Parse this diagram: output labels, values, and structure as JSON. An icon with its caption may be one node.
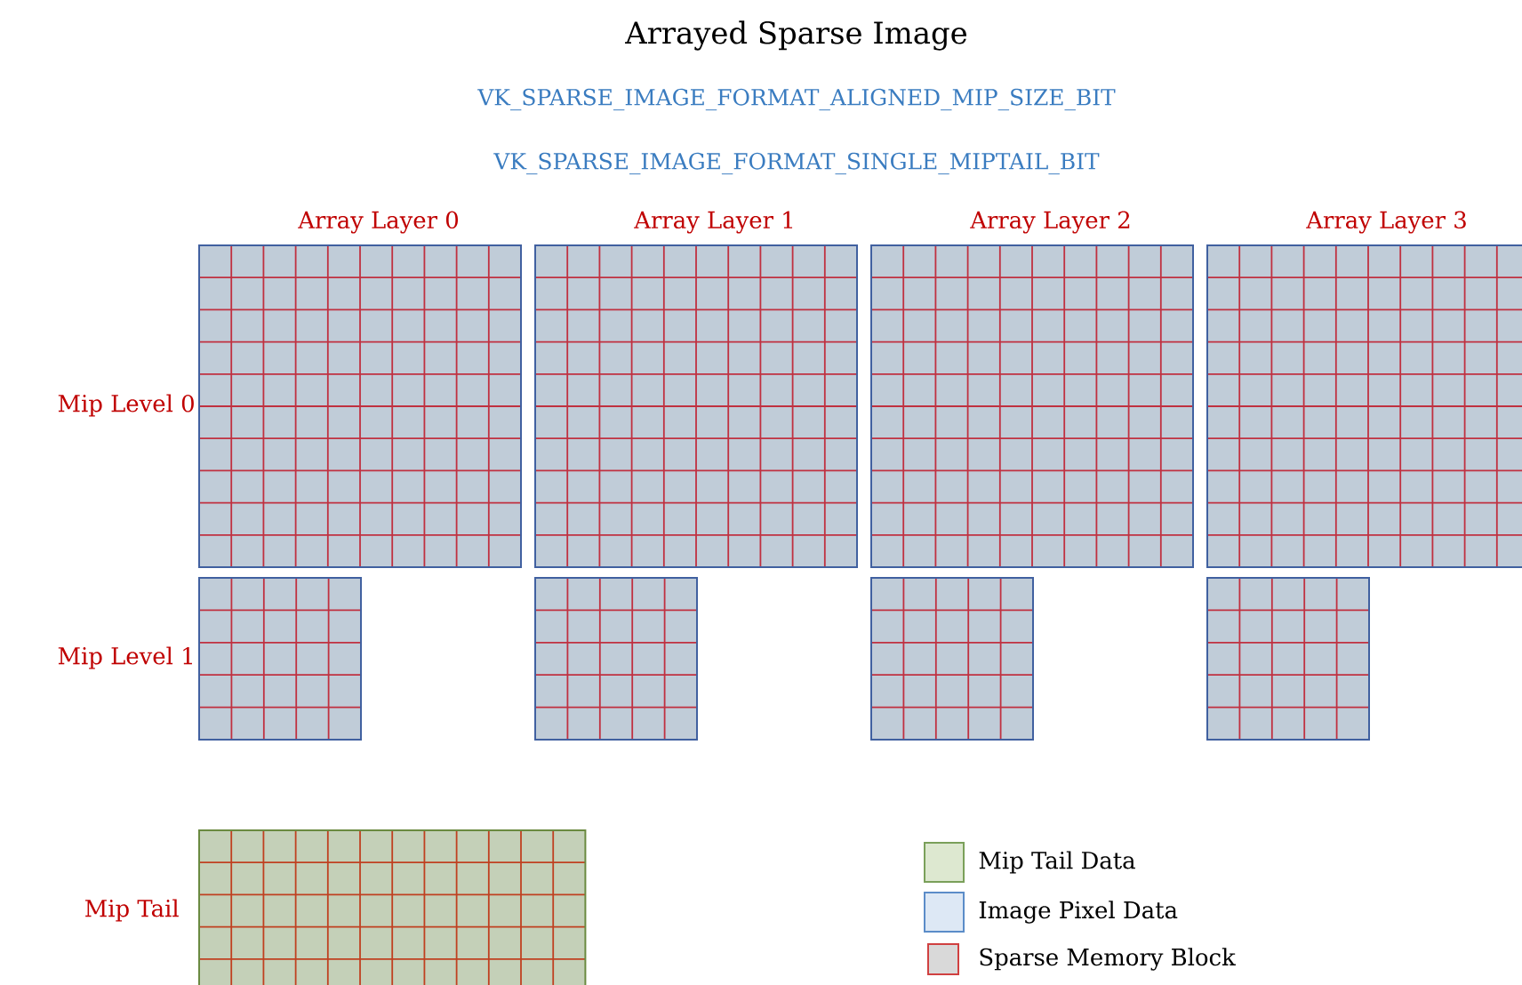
{
  "diagram": {
    "title": "Arrayed Sparse Image",
    "labels": [
      "VK_SPARSE_IMAGE_FORMAT_ALIGNED_MIP_SIZE_BIT",
      "VK_SPARSE_IMAGE_FORMAT_SINGLE_MIPTAIL_BIT",
      "Array Layer 0",
      "Array Layer 1",
      "Array Layer 2",
      "Array Layer 3",
      "Mip Level 0",
      "Mip Level 1",
      "Mip Tail"
    ],
    "legend": [
      {
        "text": "Mip Tail Data",
        "color": "#dde8d0"
      },
      {
        "text": "Image Pixel Data",
        "color": "#dde8f5"
      },
      {
        "text": "Sparse Memory Block",
        "color": "#d9d9d9"
      }
    ]
  }
}
